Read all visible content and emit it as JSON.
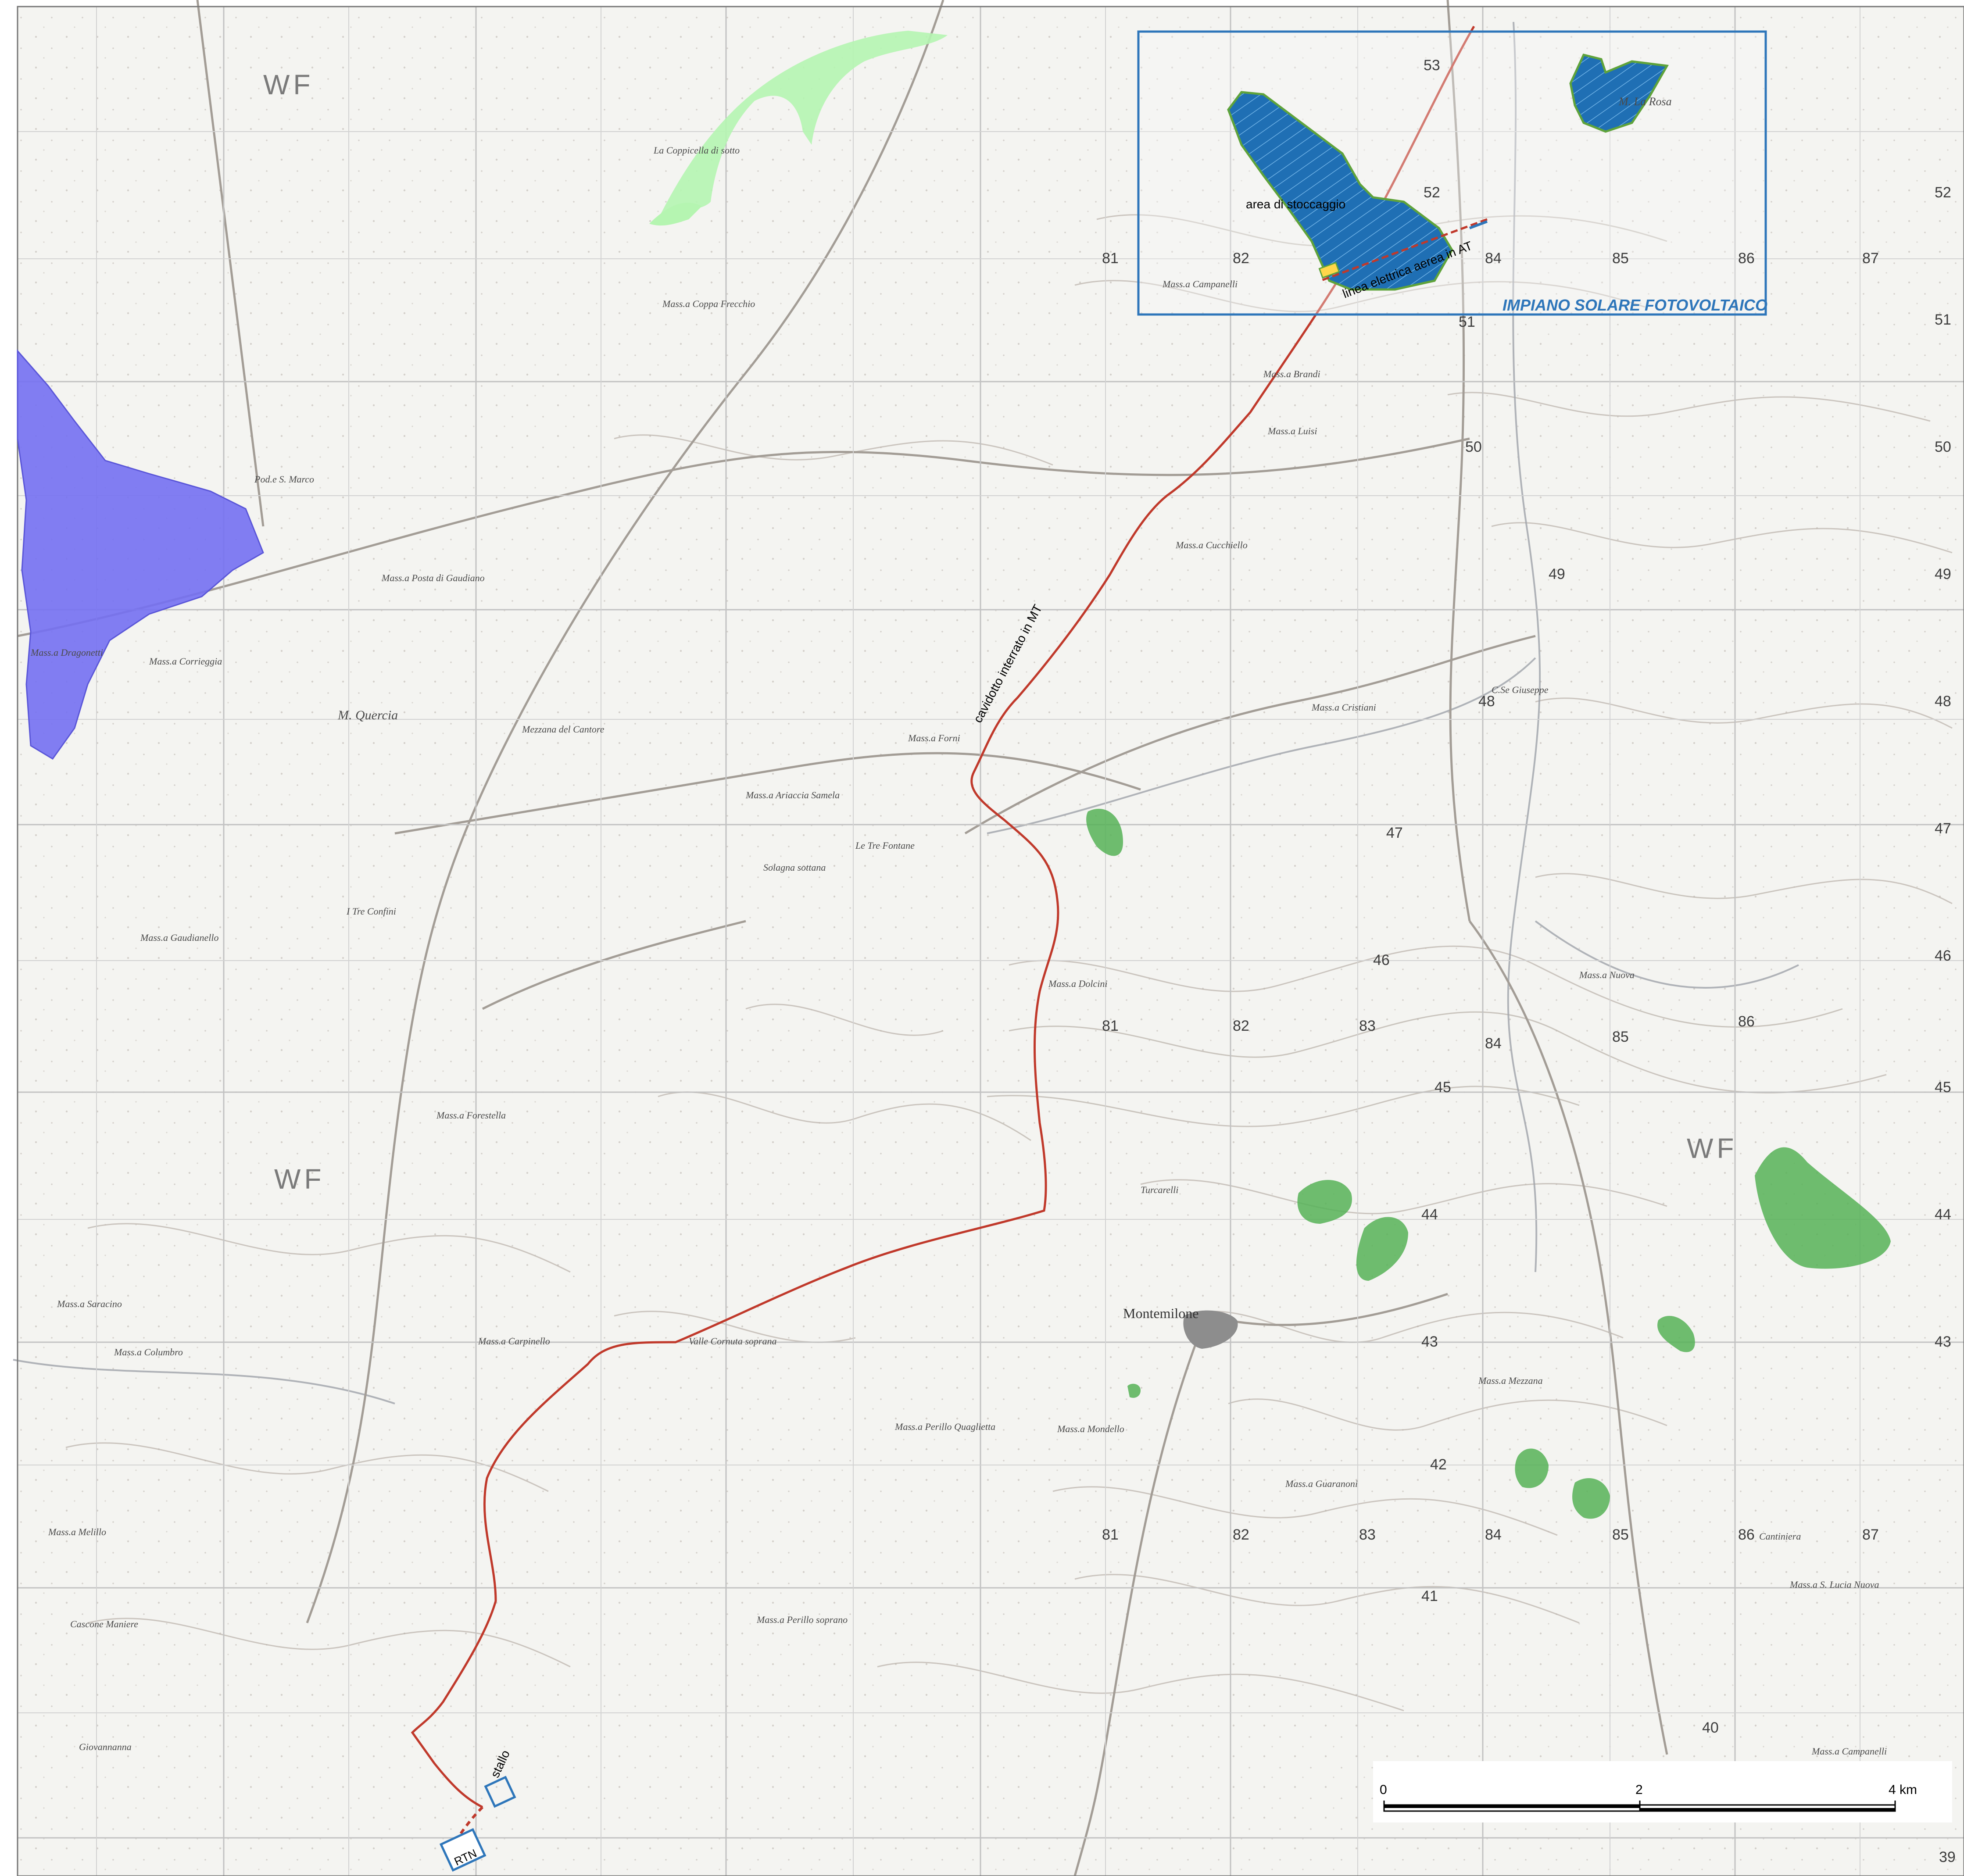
{
  "colors": {
    "paper": "#f4f4f1",
    "grid": "#c9c9c9",
    "topo": "#b9b3ab",
    "road": "#a09a93",
    "route": "#c0392b",
    "solar_fill": "#1f6fb4",
    "solar_outline": "#5fa33b",
    "purple_zone": "#7470f2",
    "green_zone": "#56b257",
    "lightgreen_zone": "#b5f5b1",
    "inset_frame": "#2e76ba",
    "title_blue": "#2e76ba"
  },
  "map": {
    "grid_labels_x": [
      "81",
      "82",
      "83",
      "84",
      "85",
      "86",
      "87"
    ],
    "grid_labels_y": [
      "53",
      "52",
      "51",
      "50",
      "49",
      "48",
      "47",
      "46",
      "45",
      "44",
      "43",
      "42",
      "41",
      "40",
      "39"
    ],
    "region_labels": [
      "WF",
      "WF",
      "WF"
    ],
    "town_label": "Montemilone",
    "place_labels": [
      "Mass.a Corrieggia",
      "M. Quercia",
      "Mass.a Forestella",
      "Mezzana del Cantore",
      "Mass.a Forni",
      "Mass.a Ariaccia Samela",
      "Le Tre Fontane",
      "Solagna sottana",
      "Mass.a Gaudianello",
      "I Tre Confini",
      "Mass.a Carpinello",
      "Valle Cornuta soprana",
      "Mass.a Perillo Quaglietta",
      "Mass.a Perillo soprano",
      "Mass.a Columbro",
      "Mass.a Saracino",
      "Mass.a Melillo",
      "Cascone Maniere",
      "Giovannanna",
      "Mass.a Dragonetti",
      "Mass.a Posta di Gaudiano",
      "Pod.e S. Marco",
      "Mass.a Coppa Frecchio",
      "La Coppicella di sotto",
      "Mass.a Campanelli",
      "M. La Rosa",
      "Mass.a Brandi",
      "Mass.a Luisi",
      "Mass.a Cucchiello",
      "Mass.a Dolcini",
      "Mass.a Guaranoni",
      "Turcarelli",
      "C.Se Giuseppe",
      "Mass.a Cristiani",
      "Mass.a Nuova",
      "Mass.a Mondello",
      "Cantiniera",
      "Mass.a S. Lucia Nuova",
      "Mass.a Campanelli",
      "Mass.a Mezzana"
    ]
  },
  "annotations": {
    "storage_area": "area di stoccaggio",
    "overhead_line": "linea elettrica aerea in AT",
    "underground_cable": "cavidotto interrato in MT",
    "solar_plant_title": "IMPIANO SOLARE FOTOVOLTAICO",
    "stallo": "stallo",
    "rtn": "RTN"
  },
  "scale_bar": {
    "tick_0": "0",
    "tick_mid": "2",
    "tick_end": "4 km"
  }
}
